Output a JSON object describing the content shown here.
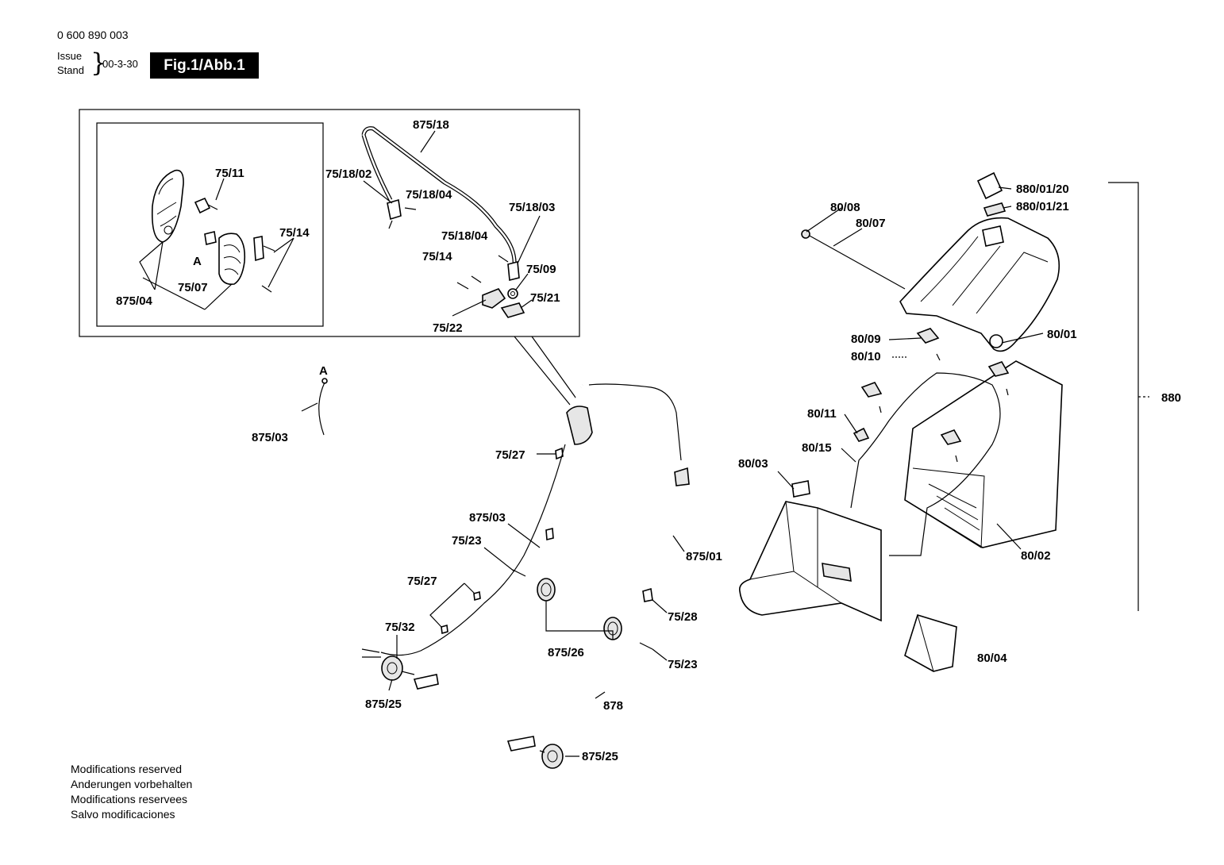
{
  "header": {
    "doc_number": "0 600 890 003",
    "issue_label": "Issue",
    "stand_label": "Stand",
    "date": "00-3-30",
    "figure": "Fig.1/Abb.1"
  },
  "callouts": {
    "c875_18": "875/18",
    "c75_11": "75/11",
    "c75_18_02": "75/18/02",
    "c75_18_04a": "75/18/04",
    "c75_18_03": "75/18/03",
    "c75_14a": "75/14",
    "c75_18_04b": "75/18/04",
    "cA_inset": "A",
    "c75_14b": "75/14",
    "c75_09": "75/09",
    "c875_04": "875/04",
    "c75_07": "75/07",
    "c75_21": "75/21",
    "c75_22": "75/22",
    "cA_main": "A",
    "c875_03a": "875/03",
    "c75_27a": "75/27",
    "c875_03b": "875/03",
    "c75_23a": "75/23",
    "c75_27b": "75/27",
    "c75_32": "75/32",
    "c875_25a": "875/25",
    "c875_26": "875/26",
    "c878": "878",
    "c875_25b": "875/25",
    "c875_01": "875/01",
    "c75_28": "75/28",
    "c75_23b": "75/23",
    "c880_01_20": "880/01/20",
    "c880_01_21": "880/01/21",
    "c80_08": "80/08",
    "c80_07": "80/07",
    "c80_09": "80/09",
    "c80_10": "80/10",
    "c80_01": "80/01",
    "c880": "880",
    "c80_11": "80/11",
    "c80_15": "80/15",
    "c80_03": "80/03",
    "c80_02": "80/02",
    "c80_04": "80/04"
  },
  "notes": [
    "Modifications reserved",
    "Anderungen vorbehalten",
    "Modifications reservees",
    "Salvo modificaciones"
  ]
}
